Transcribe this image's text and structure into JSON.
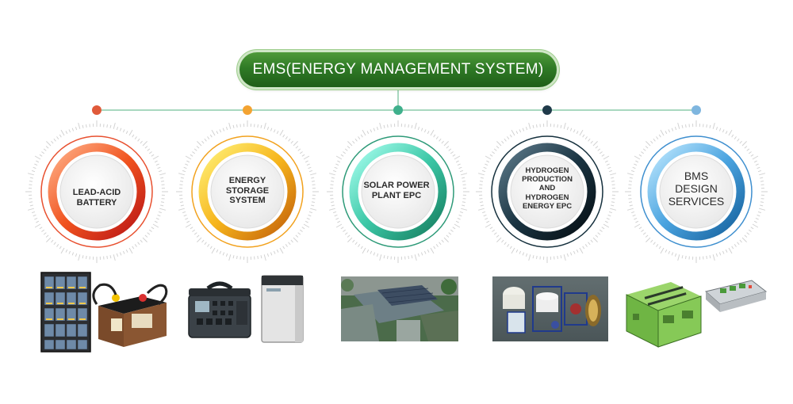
{
  "title": "EMS(ENERGY MANAGEMENT SYSTEM)",
  "line_color": "#a8d8bf",
  "nodes": [
    {
      "label": "LEAD-ACID\nBATTERY",
      "dot_color": "#e05a3a",
      "ring_color": "#e8502f"
    },
    {
      "label": "ENERGY\nSTORAGE\nSYSTEM",
      "dot_color": "#f3a332",
      "ring_color": "#f2a21e"
    },
    {
      "label": "SOLAR POWER\nPLANT EPC",
      "dot_color": "#3fb08c",
      "ring_color": "#2d9a78"
    },
    {
      "label": "HYDROGEN\nPRODUCTION\nAND\nHYDROGEN\nENERGY EPC",
      "dot_color": "#1f3a4a",
      "ring_color": "#15303d"
    },
    {
      "label": "BMS\nDESIGN\nSERVICES",
      "dot_color": "#7fb6df",
      "ring_color": "#3e8fcf"
    }
  ]
}
